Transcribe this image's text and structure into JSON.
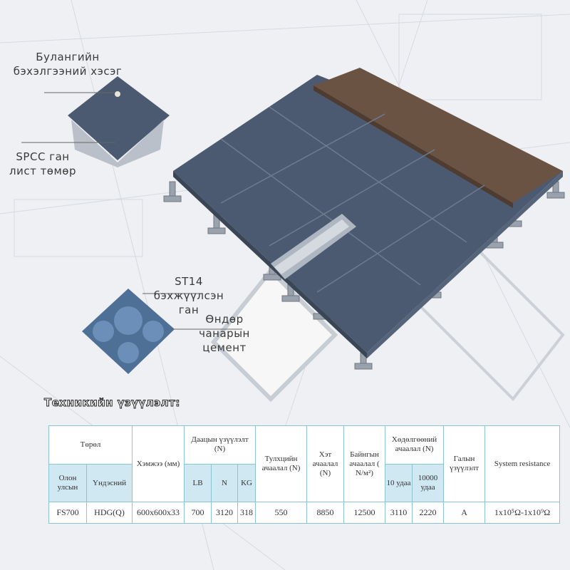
{
  "callouts": {
    "corner_part": "Булангийн бэхэлгээний хэсэг",
    "spcc": "SPCC ган лист төмөр",
    "st14": "ST14 бэхжүүлсэн ган",
    "cement": "Өндөр чанарын цемент"
  },
  "section_title": "Техникийн үзүүлэлт:",
  "table": {
    "headers": {
      "type": "Төрөл",
      "international": "Олон улсын",
      "national": "Үндэсний",
      "size": "Хэмжээ (мм)",
      "capacity": "Даацын үзүүлэлт (N)",
      "lb": "LB",
      "n": "N",
      "kg": "KG",
      "concentrated": "Тулхцийн ачаалал (N)",
      "ultimate": "Хэт ачаалал (N)",
      "uniform": "Байнгын ачаалал ( N/м²)",
      "rolling": "Хөдөлгөөний ачаалал (N)",
      "rolling_10": "10 удаа",
      "rolling_10000": "10000 удаа",
      "fire": "Галын үзүүлэлт",
      "resistance": "System resistance"
    },
    "row": {
      "international": "FS700",
      "national": "HDG(Q)",
      "size": "600x600x33",
      "lb": "700",
      "n": "3120",
      "kg": "318",
      "concentrated": "550",
      "ultimate": "8850",
      "uniform": "12500",
      "rolling_10": "3110",
      "rolling_10000": "2220",
      "fire": "A",
      "resistance": "1x10⁵Ω-1x10⁹Ω"
    }
  },
  "colors": {
    "panel": "#4b5a70",
    "carpet": "#6b5344",
    "table_border": "#8cc4d6",
    "table_sub": "#cfe8f2"
  }
}
